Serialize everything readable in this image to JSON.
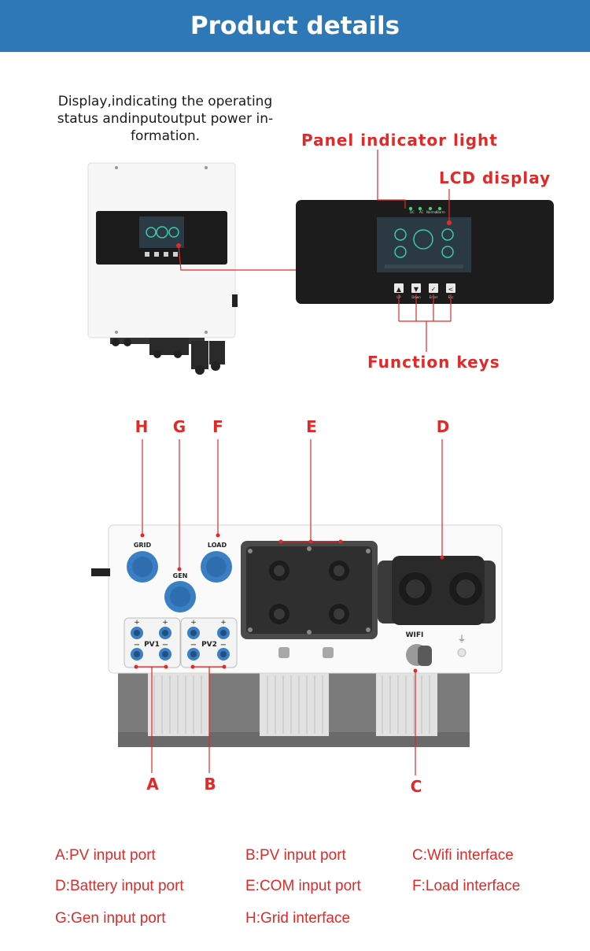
{
  "header": {
    "title": "Product details"
  },
  "description": {
    "lines": [
      "Display,indicating the operating",
      "status andinputoutput power in-",
      "formation."
    ]
  },
  "callouts": {
    "panel_indicator": "Panel indicator light",
    "lcd_display": "LCD display",
    "function_keys": "Function keys"
  },
  "panel": {
    "indicators": [
      "DC",
      "AC",
      "Normal",
      "Alarm"
    ],
    "keys": [
      "UP",
      "Down",
      "Enter",
      "Esc"
    ]
  },
  "port_labels": {
    "grid": "GRID",
    "gen": "GEN",
    "load": "LOAD",
    "pv1": "PV1",
    "pv2": "PV2",
    "wifi": "WIFI"
  },
  "letters": {
    "h": "H",
    "g": "G",
    "f": "F",
    "e": "E",
    "d": "D",
    "a": "A",
    "b": "B",
    "c": "C"
  },
  "legend": [
    "A:PV input port",
    "B:PV input port",
    "C:Wifi interface",
    "D:Battery input port",
    "E:COM input port",
    "F:Load interface",
    "G:Gen input port",
    "H:Grid interface"
  ],
  "colors": {
    "banner": "#2e78b8",
    "accent": "#e02a2a",
    "port_blue": "#3a7fc4"
  }
}
